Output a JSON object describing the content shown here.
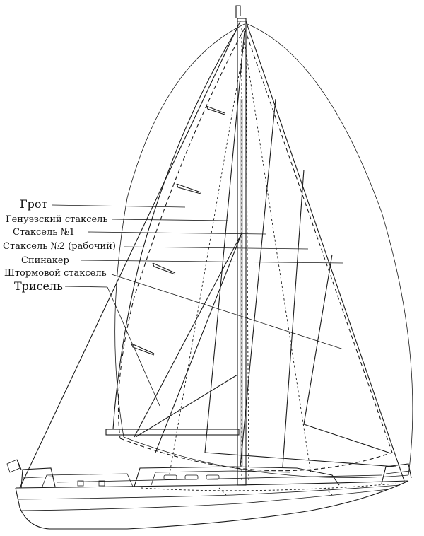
{
  "labels": {
    "grot": "Грот",
    "genoa": "Генуэзский стаксель",
    "jib1": "Стаксель №1",
    "jib2": "Стаксель №2 (рабочий)",
    "spinnaker": "Спинакер",
    "storm_jib": "Штормовой стаксель",
    "trysail": "Трисель"
  }
}
